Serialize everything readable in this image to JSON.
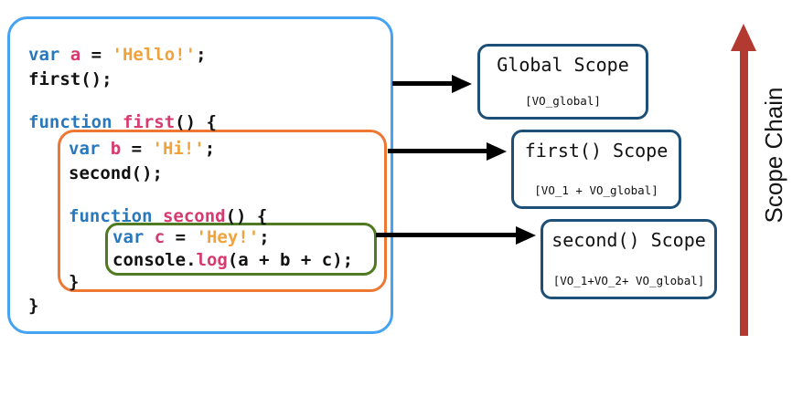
{
  "diagram": {
    "axis_label": "Scope Chain",
    "colors": {
      "keyword": "#2878BE",
      "name": "#D63A6F",
      "string": "#F0A33C",
      "plain": "#111111",
      "blue_box": "#45A3F2",
      "orange_box": "#ED7733",
      "green_box": "#507A21",
      "scope_box": "#1E5077",
      "black_arrow": "#000000",
      "red_arrow": "#B23A31"
    },
    "code": {
      "l1": [
        {
          "c": "kw",
          "t": "var "
        },
        {
          "c": "nm",
          "t": "a"
        },
        {
          "c": "pl",
          "t": " = "
        },
        {
          "c": "st",
          "t": "'Hello!'"
        },
        {
          "c": "pl",
          "t": ";"
        }
      ],
      "l2": [
        {
          "c": "pl",
          "t": "first();"
        }
      ],
      "l4": [
        {
          "c": "kw",
          "t": "function "
        },
        {
          "c": "nm",
          "t": "first"
        },
        {
          "c": "pl",
          "t": "() {"
        }
      ],
      "l5": [
        {
          "c": "kw",
          "t": "var "
        },
        {
          "c": "nm",
          "t": "b"
        },
        {
          "c": "pl",
          "t": " = "
        },
        {
          "c": "st",
          "t": "'Hi!'"
        },
        {
          "c": "pl",
          "t": ";"
        }
      ],
      "l6": [
        {
          "c": "pl",
          "t": "second();"
        }
      ],
      "l8": [
        {
          "c": "kw",
          "t": "function "
        },
        {
          "c": "nm",
          "t": "second"
        },
        {
          "c": "pl",
          "t": "() {"
        }
      ],
      "l9": [
        {
          "c": "kw",
          "t": "var "
        },
        {
          "c": "nm",
          "t": "c"
        },
        {
          "c": "pl",
          "t": " = "
        },
        {
          "c": "st",
          "t": "'Hey!'"
        },
        {
          "c": "pl",
          "t": ";"
        }
      ],
      "l10": [
        {
          "c": "pl",
          "t": "console."
        },
        {
          "c": "nm",
          "t": "log"
        },
        {
          "c": "pl",
          "t": "(a + b + c);"
        }
      ],
      "l11": [
        {
          "c": "pl",
          "t": "}"
        }
      ],
      "l12": [
        {
          "c": "pl",
          "t": "}"
        }
      ]
    },
    "scopes": [
      {
        "title": "Global Scope",
        "vo": "[VO_global]"
      },
      {
        "title": "first() Scope",
        "vo": "[VO_1 + VO_global]"
      },
      {
        "title": "second() Scope",
        "vo": "[VO_1+VO_2+ VO_global]"
      }
    ]
  }
}
